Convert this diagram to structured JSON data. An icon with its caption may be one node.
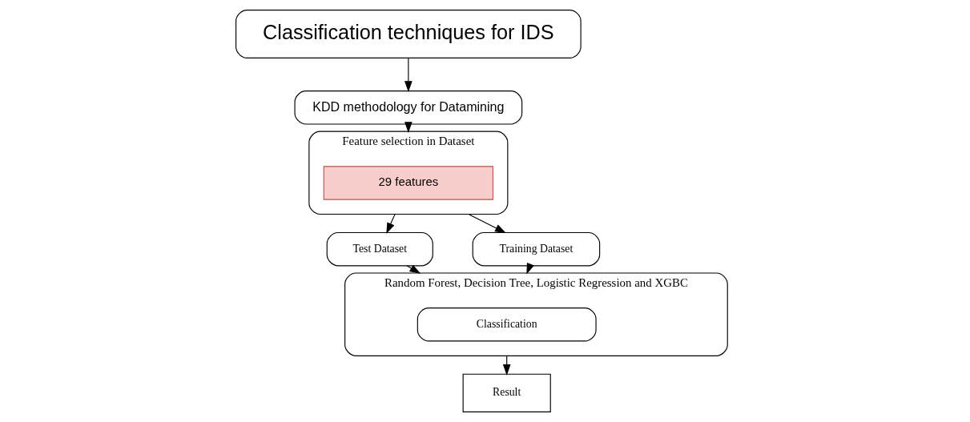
{
  "diagram": {
    "nodes": [
      {
        "text": [
          "Classification techniques for IDS"
        ]
      },
      {
        "text": [
          "KDD methodology for Datamining"
        ]
      },
      {
        "text": [
          "Feature selection in Dataset"
        ]
      },
      {
        "text": [
          "29 features"
        ],
        "in": 2
      },
      {
        "text": [
          "Test Dataset"
        ]
      },
      {
        "text": [
          "Training Dataset"
        ]
      },
      {
        "text": [
          "Random Forest, Decision Tree, Logistic Regression and XGBC"
        ]
      },
      {
        "text": [
          "Classification"
        ],
        "in": 6
      },
      {
        "text": [
          "Result"
        ]
      }
    ],
    "edges": [
      {
        "from": 0,
        "to": 1,
        "arrow": "to"
      },
      {
        "from": 1,
        "to": 2,
        "arrow": "to"
      },
      {
        "from": 2,
        "to": 4,
        "arrow": "to"
      },
      {
        "from": 2,
        "to": 5,
        "arrow": "to"
      },
      {
        "from": 4,
        "to": 6,
        "arrow": "to"
      },
      {
        "from": 5,
        "to": 6,
        "arrow": "to"
      },
      {
        "from": 6,
        "to": 8,
        "arrow": "to"
      }
    ]
  }
}
